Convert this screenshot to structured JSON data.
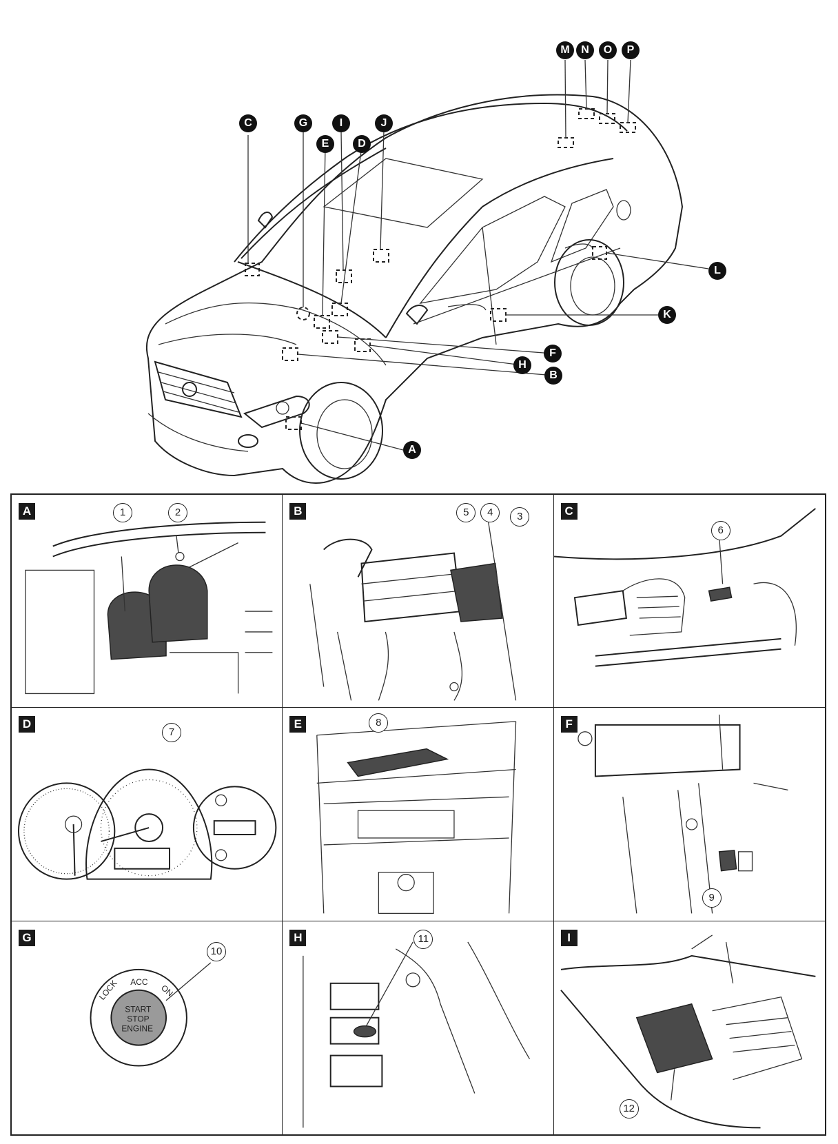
{
  "overview": {
    "markers": {
      "A": "A",
      "B": "B",
      "C": "C",
      "D": "D",
      "E": "E",
      "F": "F",
      "G": "G",
      "H": "H",
      "I": "I",
      "J": "J",
      "K": "K",
      "L": "L",
      "M": "M",
      "N": "N",
      "O": "O",
      "P": "P"
    }
  },
  "panels": {
    "A": {
      "label": "A",
      "callouts": [
        "1",
        "2"
      ]
    },
    "B": {
      "label": "B",
      "callouts": [
        "5",
        "4",
        "3"
      ]
    },
    "C": {
      "label": "C",
      "callouts": [
        "6"
      ]
    },
    "D": {
      "label": "D",
      "callouts": [
        "7"
      ]
    },
    "E": {
      "label": "E",
      "callouts": [
        "8"
      ]
    },
    "F": {
      "label": "F",
      "callouts": [
        "9"
      ]
    },
    "G": {
      "label": "G",
      "callouts": [
        "10"
      ],
      "button_text": {
        "lock": "LOCK",
        "acc": "ACC",
        "on": "ON",
        "line1": "START",
        "line2": "STOP",
        "line3": "ENGINE"
      }
    },
    "H": {
      "label": "H",
      "callouts": [
        "11"
      ]
    },
    "I": {
      "label": "I",
      "callouts": [
        "12"
      ]
    }
  }
}
